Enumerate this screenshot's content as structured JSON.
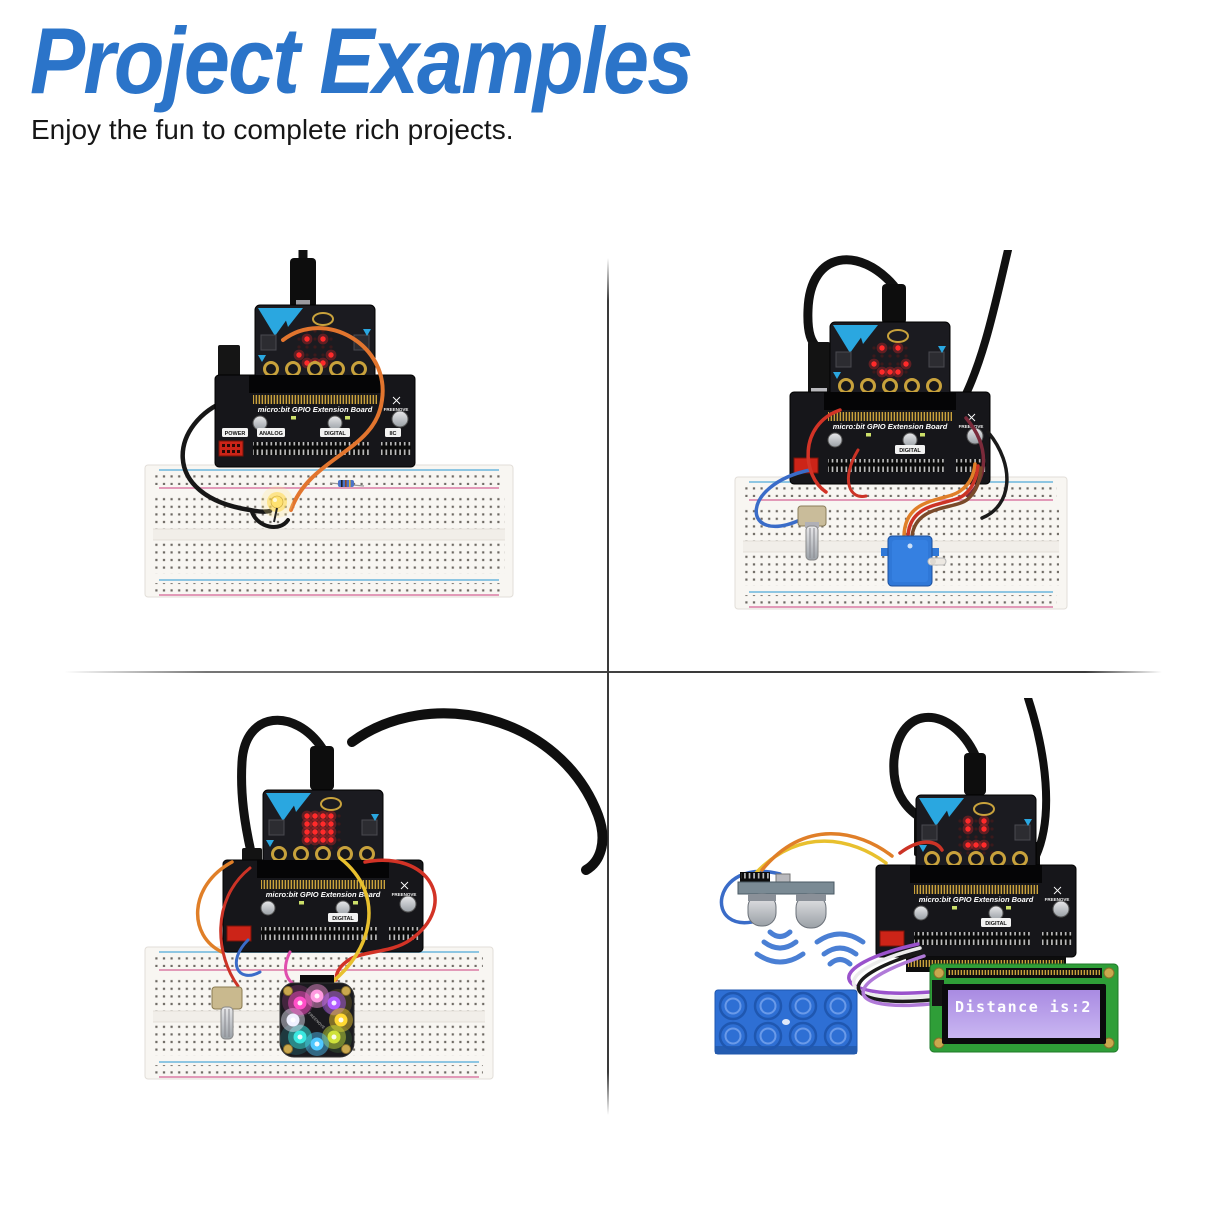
{
  "header": {
    "title": "Project Examples",
    "subtitle": "Enjoy the fun to complete rich projects."
  },
  "boards": {
    "extension_label": "micro:bit GPIO Extension Board",
    "brand": "FREENOVE",
    "sections": {
      "power": "POWER",
      "analog": "ANALOG",
      "digital": "DIGITAL",
      "iic": "IIC"
    }
  },
  "projects": [
    {
      "led_pattern": [
        ".....",
        ".#.#.",
        ".....",
        "#...#",
        ".###."
      ]
    },
    {
      "led_pattern": [
        ".#.#.",
        ".....",
        "#...#",
        ".###.",
        "....."
      ]
    },
    {
      "led_pattern": [
        "####.",
        "####.",
        "####.",
        "####.",
        "....."
      ],
      "ring_colors": [
        "#ff9ae0",
        "#b05cff",
        "#ffd832",
        "#cfe23a",
        "#4fc8ff",
        "#3ae8e0",
        "#f0f0ff",
        "#ff4fc8"
      ]
    },
    {
      "led_pattern": [
        ".#.#.",
        ".#.#.",
        ".....",
        ".###.",
        "....."
      ],
      "lcd_text": "Distance is:2"
    }
  ],
  "colors": {
    "title_blue": "#2b74c9",
    "microbit_accent_blue": "#2aa7e0",
    "led_matrix_on": "#ff2a2a",
    "led_matrix_off": "#551a1a",
    "wave_blue": "#4a7fd4",
    "lego_blue": "#2e6fd4",
    "servo_blue": "#2f78d8",
    "lcd_pcb_green": "#2f9e38",
    "lcd_screen_purple": "#ab90e6",
    "lcd_text_white": "#fdfdff",
    "breadboard_rail_blue": "#8ec6e2",
    "breadboard_rail_pink": "#e29ab8"
  }
}
